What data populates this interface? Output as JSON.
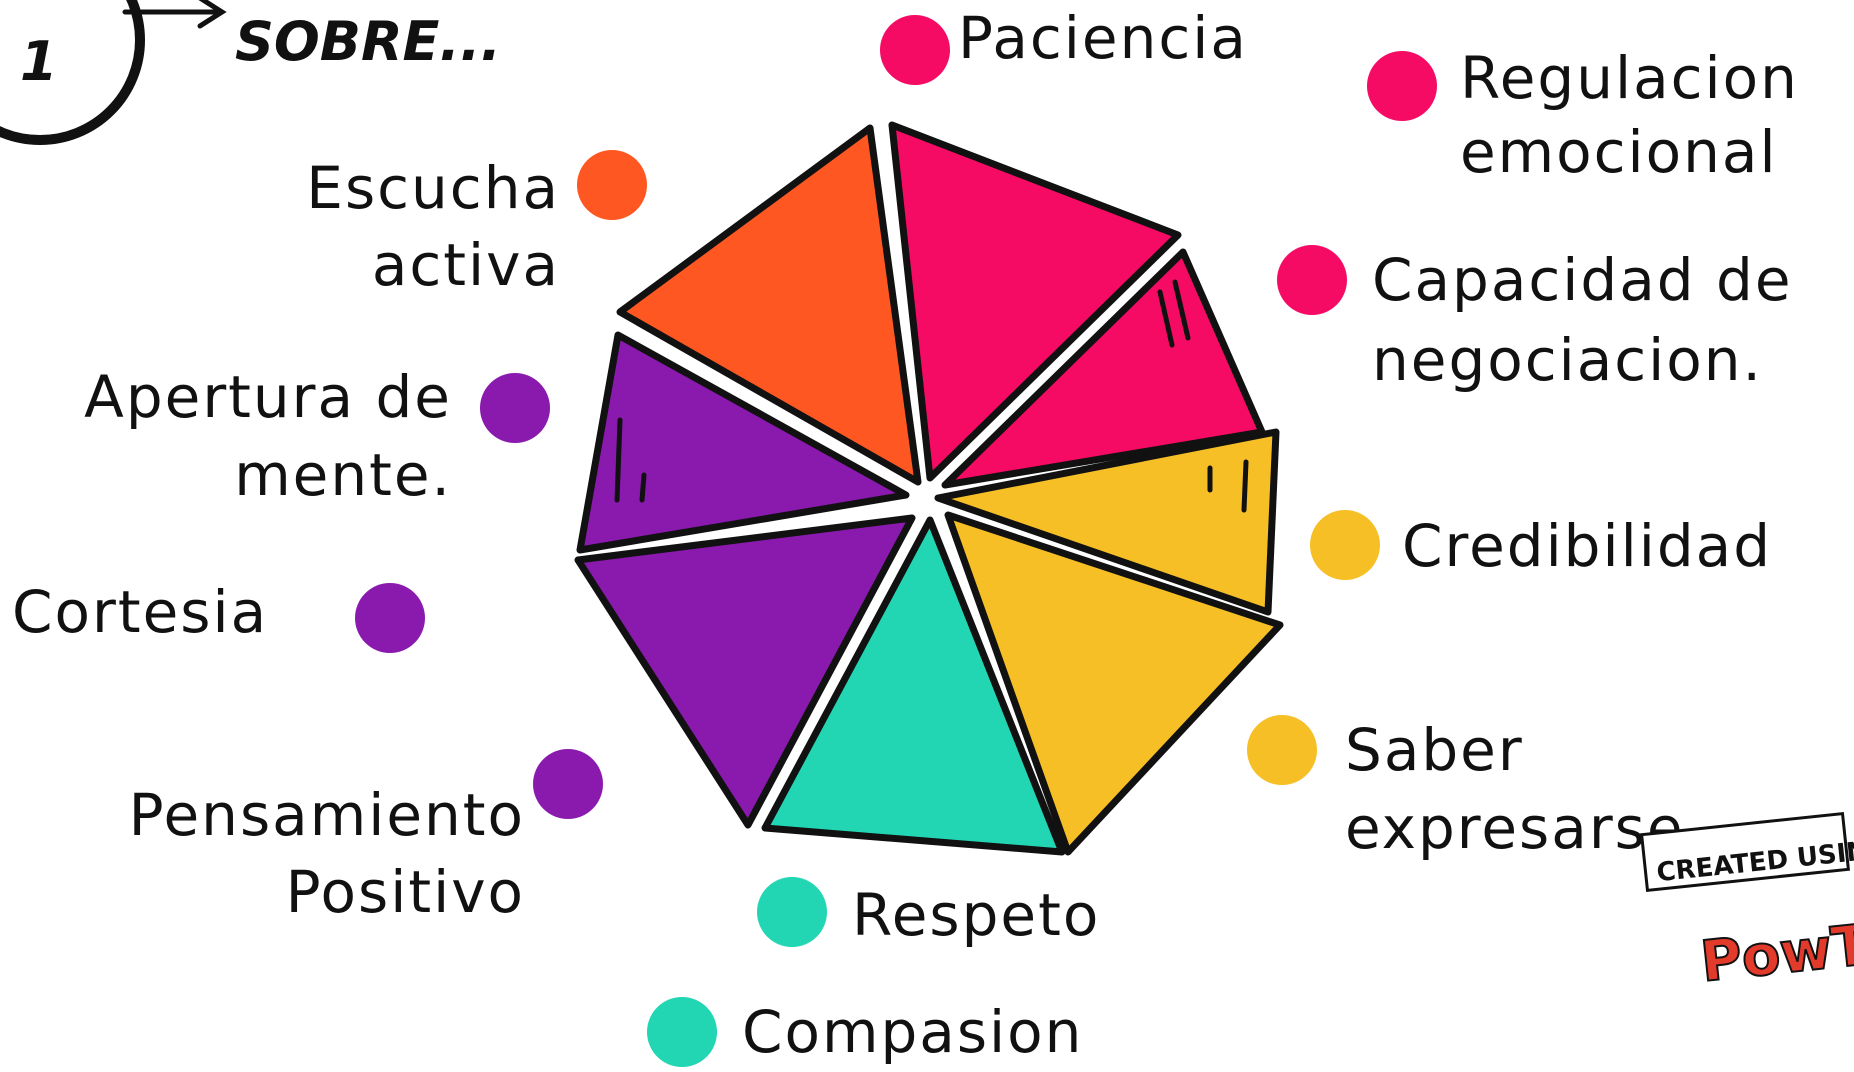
{
  "header": {
    "step_number": "1",
    "text": "SOBRE..."
  },
  "labels": {
    "paciencia": "Paciencia",
    "regulacion_l1": "Regulacion",
    "regulacion_l2": "emocional",
    "escucha_l1": "Escucha",
    "escucha_l2": "activa",
    "capacidad_l1": "Capacidad de",
    "capacidad_l2": "negociacion.",
    "apertura_l1": "Apertura de",
    "apertura_l2": "mente.",
    "credibilidad": "Credibilidad",
    "cortesia": "Cortesia",
    "saber_l1": "Saber",
    "saber_l2": "expresarse",
    "pensamiento_l1": "Pensamiento",
    "pensamiento_l2": "Positivo",
    "respeto": "Respeto",
    "compasion": "Compasion"
  },
  "colors": {
    "pink": "#F50A64",
    "orange": "#FF5722",
    "purple": "#8A1AAE",
    "yellow": "#F6BF26",
    "teal": "#22D6B4",
    "outline": "#111111"
  },
  "watermark": {
    "top": "CREATED USING",
    "logo": "PowT"
  }
}
